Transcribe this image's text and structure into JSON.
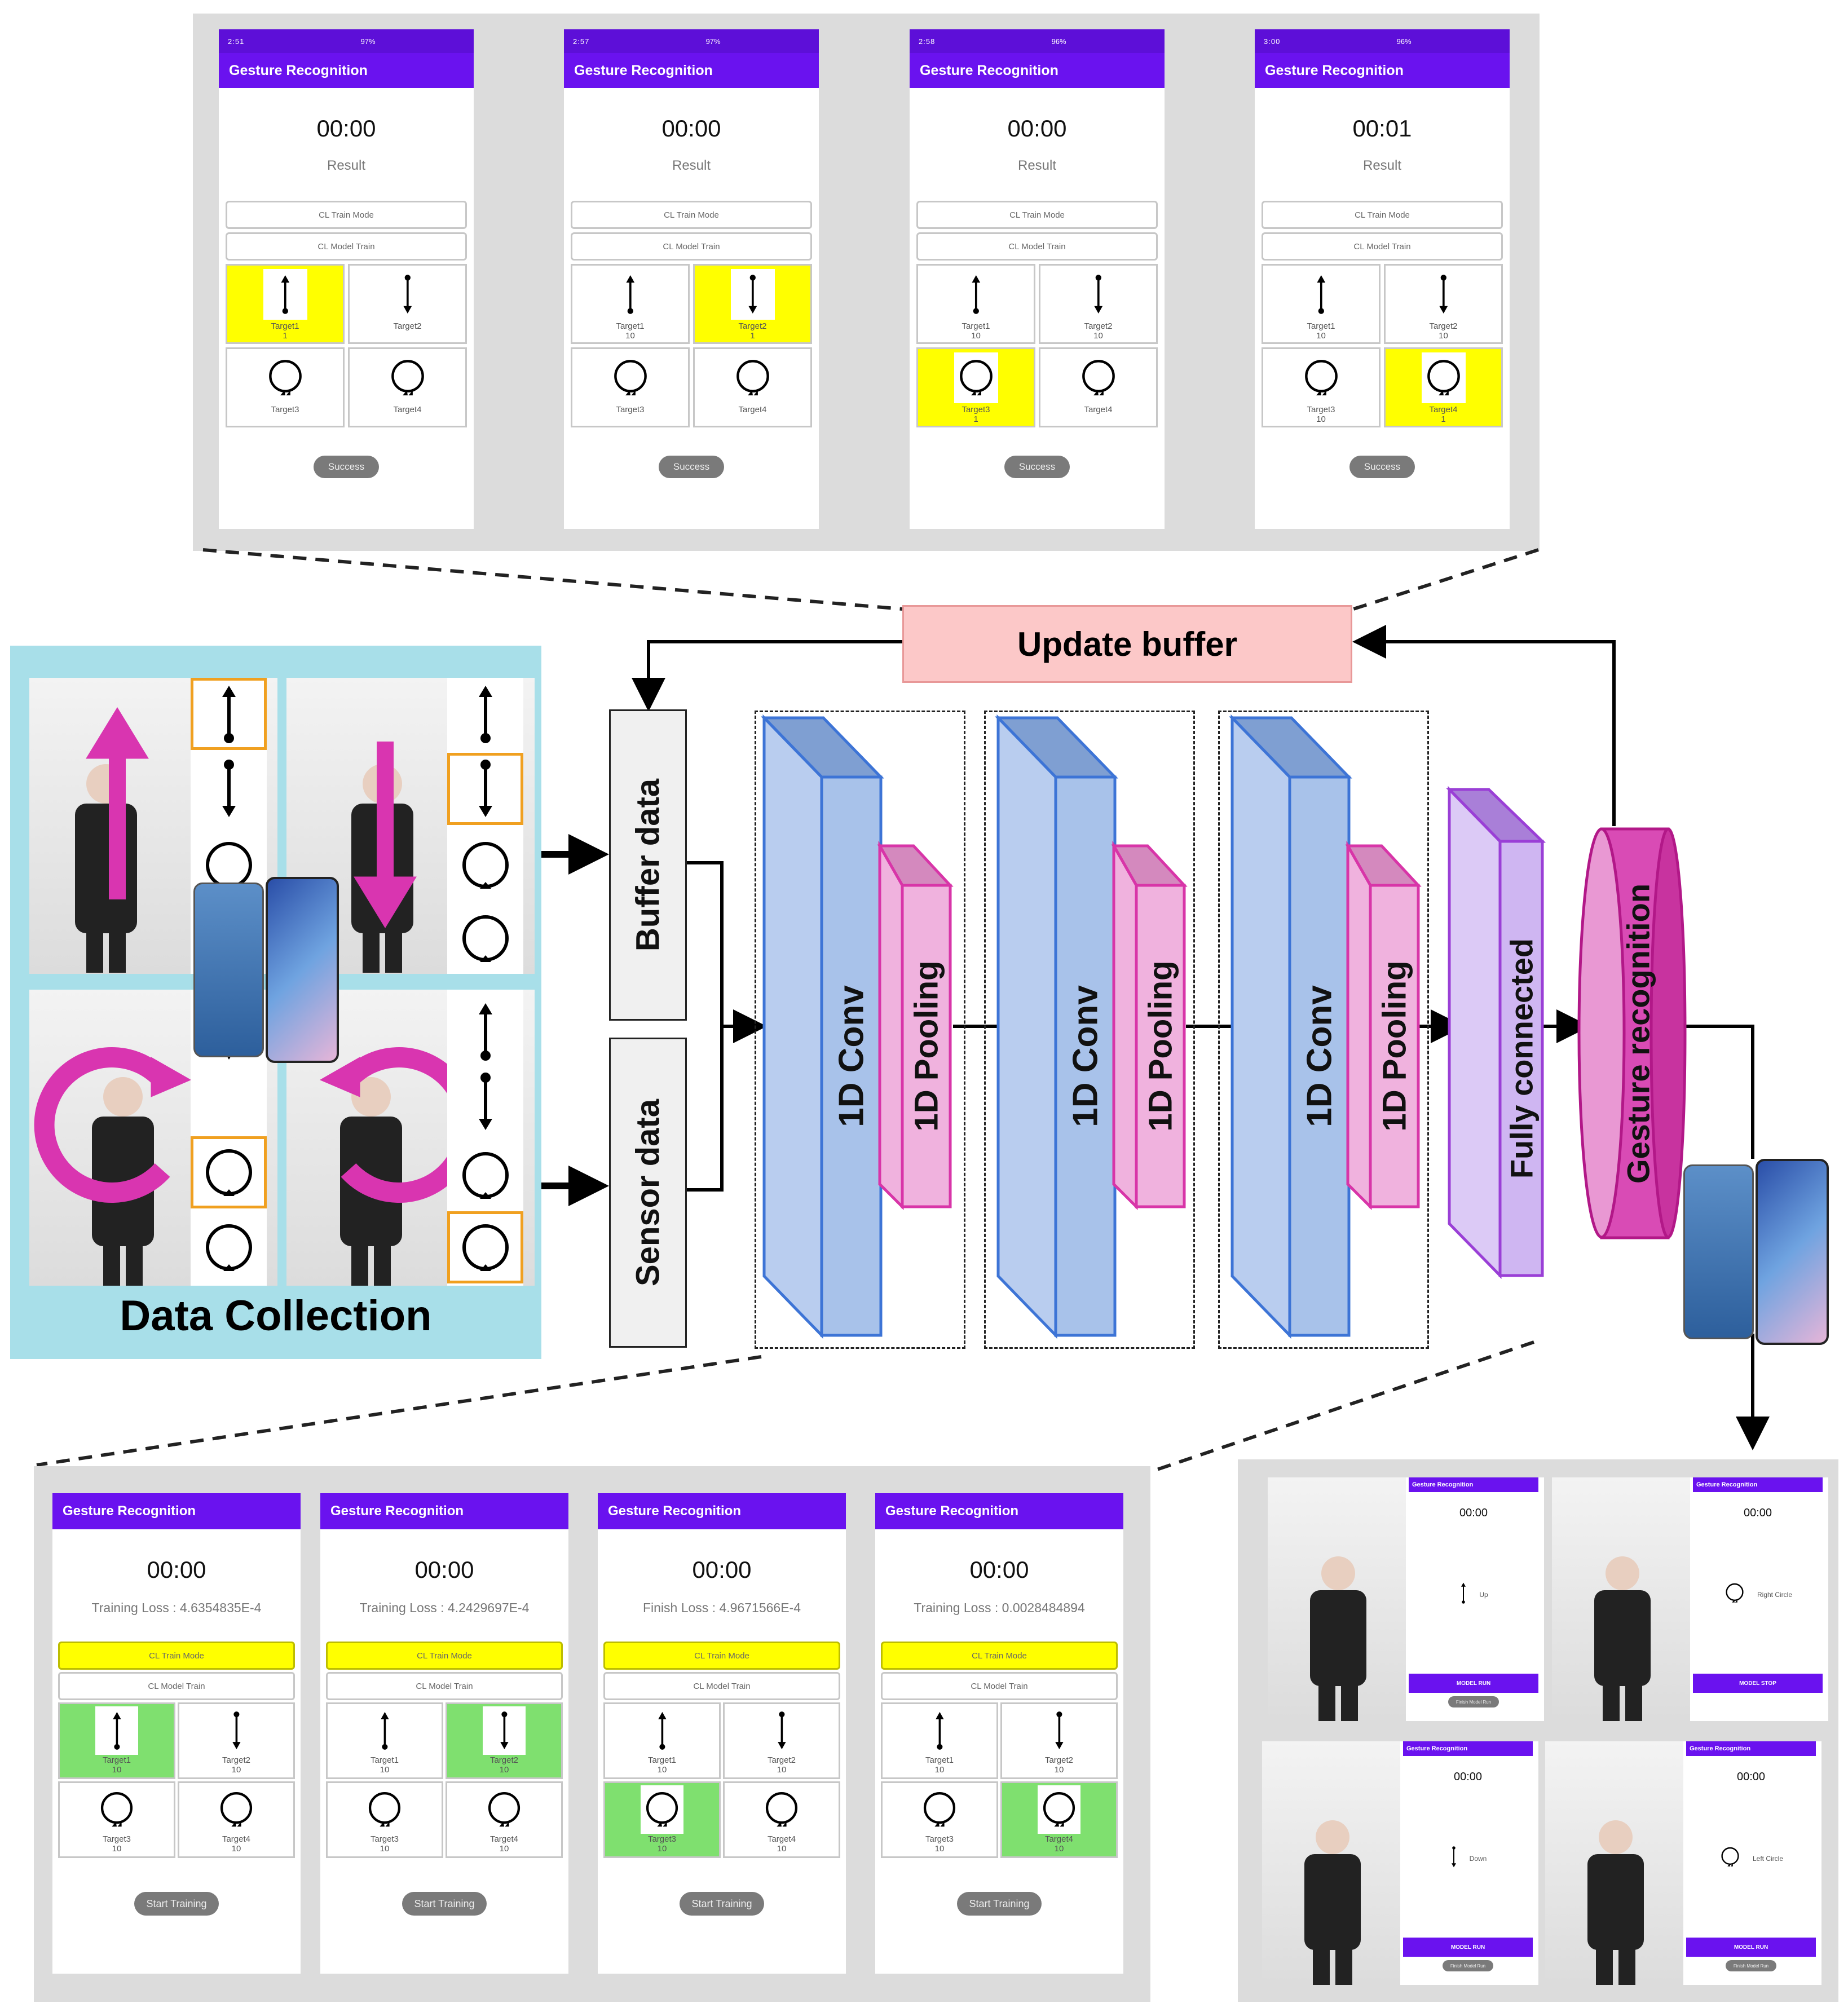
{
  "app_title": "Gesture Recognition",
  "top_phones": [
    {
      "status_time": "2:51",
      "status_right": "97%",
      "timer": "00:00",
      "result": "Result",
      "btn_train_mode": "CL Train Mode",
      "btn_model_train": "CL Model Train",
      "highlight": 0,
      "targets": [
        {
          "name": "Target1",
          "count": "1"
        },
        {
          "name": "Target2",
          "count": ""
        },
        {
          "name": "Target3",
          "count": ""
        },
        {
          "name": "Target4",
          "count": ""
        }
      ],
      "bottom_button": "Success"
    },
    {
      "status_time": "2:57",
      "status_right": "97%",
      "timer": "00:00",
      "result": "Result",
      "btn_train_mode": "CL Train Mode",
      "btn_model_train": "CL Model Train",
      "highlight": 1,
      "targets": [
        {
          "name": "Target1",
          "count": "10"
        },
        {
          "name": "Target2",
          "count": "1"
        },
        {
          "name": "Target3",
          "count": ""
        },
        {
          "name": "Target4",
          "count": ""
        }
      ],
      "bottom_button": "Success"
    },
    {
      "status_time": "2:58",
      "status_right": "96%",
      "timer": "00:00",
      "result": "Result",
      "btn_train_mode": "CL Train Mode",
      "btn_model_train": "CL Model Train",
      "highlight": 2,
      "targets": [
        {
          "name": "Target1",
          "count": "10"
        },
        {
          "name": "Target2",
          "count": "10"
        },
        {
          "name": "Target3",
          "count": "1"
        },
        {
          "name": "Target4",
          "count": ""
        }
      ],
      "bottom_button": "Success"
    },
    {
      "status_time": "3:00",
      "status_right": "96%",
      "timer": "00:01",
      "result": "Result",
      "btn_train_mode": "CL Train Mode",
      "btn_model_train": "CL Model Train",
      "highlight": 3,
      "targets": [
        {
          "name": "Target1",
          "count": "10"
        },
        {
          "name": "Target2",
          "count": "10"
        },
        {
          "name": "Target3",
          "count": "10"
        },
        {
          "name": "Target4",
          "count": "1"
        }
      ],
      "bottom_button": "Success"
    }
  ],
  "diagram": {
    "update_buffer": "Update buffer",
    "buffer_data": "Buffer data",
    "sensor_data": "Sensor data",
    "conv": "1D Conv",
    "pooling": "1D Pooling",
    "fully_connected": "Fully connected",
    "gesture_recognition": "Gesture recognition",
    "data_collection": "Data Collection"
  },
  "bottom_phones": [
    {
      "timer": "00:00",
      "loss": "Training Loss : 4.6354835E-4",
      "btn_train_mode": "CL Train Mode",
      "btn_model_train": "CL Model Train",
      "highlight": 0,
      "targets": [
        {
          "name": "Target1",
          "count": "10"
        },
        {
          "name": "Target2",
          "count": "10"
        },
        {
          "name": "Target3",
          "count": "10"
        },
        {
          "name": "Target4",
          "count": "10"
        }
      ],
      "bottom_button": "Start Training"
    },
    {
      "timer": "00:00",
      "loss": "Training Loss : 4.2429697E-4",
      "btn_train_mode": "CL Train Mode",
      "btn_model_train": "CL Model Train",
      "highlight": 1,
      "targets": [
        {
          "name": "Target1",
          "count": "10"
        },
        {
          "name": "Target2",
          "count": "10"
        },
        {
          "name": "Target3",
          "count": "10"
        },
        {
          "name": "Target4",
          "count": "10"
        }
      ],
      "bottom_button": "Start Training"
    },
    {
      "timer": "00:00",
      "loss": "Finish Loss : 4.9671566E-4",
      "btn_train_mode": "CL Train Mode",
      "btn_model_train": "CL Model Train",
      "highlight": 2,
      "targets": [
        {
          "name": "Target1",
          "count": "10"
        },
        {
          "name": "Target2",
          "count": "10"
        },
        {
          "name": "Target3",
          "count": "10"
        },
        {
          "name": "Target4",
          "count": "10"
        }
      ],
      "bottom_button": "Start Training"
    },
    {
      "timer": "00:00",
      "loss": "Training Loss : 0.0028484894",
      "btn_train_mode": "CL Train Mode",
      "btn_model_train": "CL Model Train",
      "highlight": 3,
      "targets": [
        {
          "name": "Target1",
          "count": "10"
        },
        {
          "name": "Target2",
          "count": "10"
        },
        {
          "name": "Target3",
          "count": "10"
        },
        {
          "name": "Target4",
          "count": "10"
        }
      ],
      "bottom_button": "Start Training"
    }
  ],
  "results": [
    {
      "timer": "00:00",
      "label": "Up",
      "icon": "up-arrow-icon",
      "run_button": "MODEL RUN",
      "small_button": "Finish Model Run"
    },
    {
      "timer": "00:00",
      "label": "Right Circle",
      "icon": "right-circle-icon",
      "run_button": "MODEL STOP",
      "small_button": ""
    },
    {
      "timer": "00:00",
      "label": "Down",
      "icon": "down-arrow-icon",
      "run_button": "MODEL RUN",
      "small_button": "Finish Model Run"
    },
    {
      "timer": "00:00",
      "label": "Left Circle",
      "icon": "left-circle-icon",
      "run_button": "MODEL RUN",
      "small_button": "Finish Model Run"
    }
  ],
  "colors": {
    "app_bar": "#6a12ef",
    "highlight_yellow": "#ffff00",
    "highlight_green": "#7fe06f",
    "conv_fill": "#b9cdef",
    "pooling_fill": "#f0b2de",
    "fc_fill": "#cfb6f2",
    "gesture_fill": "#e660c0",
    "update_buffer_fill": "#fcc8c8",
    "data_collection_bg": "#a8dfe9",
    "gesture_arrow": "#d935b0"
  }
}
